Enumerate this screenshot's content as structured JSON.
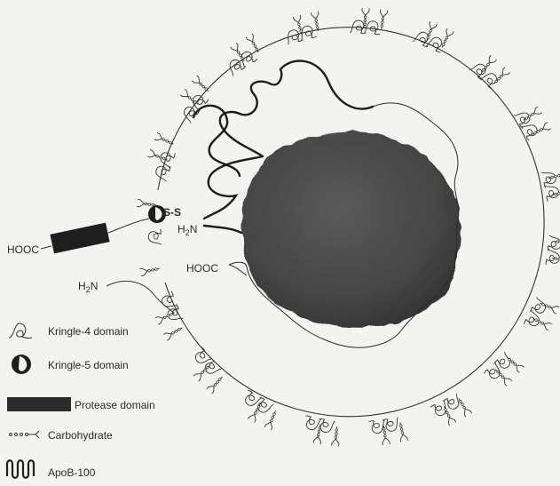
{
  "labels": {
    "hooc_left": "HOOC",
    "h2n_inner": "H2N",
    "hooc_inner": "HOOC",
    "h2n_lower": "H2N",
    "disulfide": "S-S"
  },
  "legend": {
    "kringle4": "Kringle-4 domain",
    "kringle5": "Kringle-5 domain",
    "protease": "Protease domain",
    "carbohydrate": "Carbohydrate",
    "apob": "ApoB-100"
  },
  "colors": {
    "background": "#f3f3f1",
    "particle": "#4a4a4a",
    "ink": "#2a2a2a",
    "protease": "#1e1e1e"
  },
  "structure": {
    "kringle4_loop_count": 37,
    "carbohydrate_count": 38
  }
}
